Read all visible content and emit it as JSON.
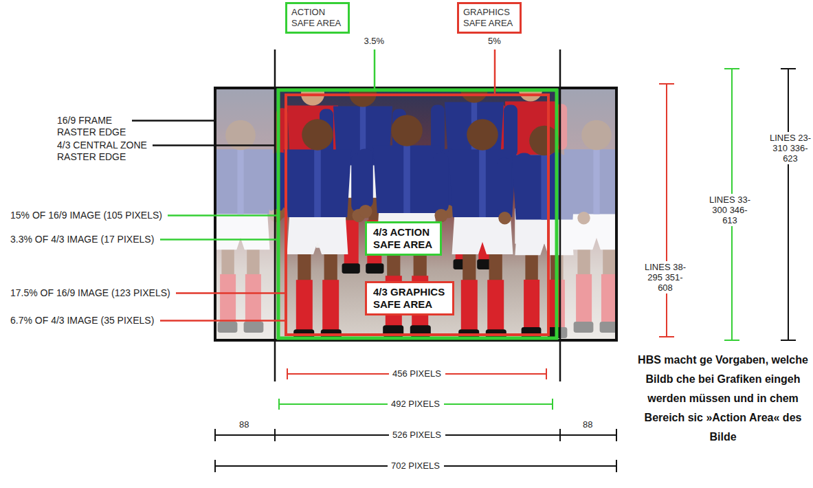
{
  "diagram": {
    "caption": "HBS macht ge Vorgaben, welche Bildb che bei Grafiken eingeh werden müssen und in chem Bereich sic »Action Area« des Bilde",
    "nodes": [
      {
        "text": [
          "ACTION SAFE AREA"
        ]
      },
      {
        "text": [
          "GRAPHICS SAFE AREA"
        ]
      },
      {
        "text": [
          "4/3 ACTION SAFE AREA"
        ]
      },
      {
        "text": [
          "4/3 GRAPHICS SAFE AREA"
        ]
      }
    ],
    "labels": [
      "3.5%",
      "5%",
      "16/9 FRAME RASTER EDGE",
      "4/3 CENTRAL ZONE RASTER EDGE",
      "15% OF 16/9 IMAGE (105 PIXELS)",
      "3.3% OF 4/3 IMAGE (17 PIXELS)",
      "17.5% OF 16/9 IMAGE (123 PIXELS)",
      "6.7% OF 4/3 IMAGE (35 PIXELS)",
      "LINES 38-295 351-608",
      "LINES 33-300 346-613",
      "LINES 23-310 336-623",
      "456 PIXELS",
      "492 PIXELS",
      "88",
      "526 PIXELS",
      "88",
      "702 PIXELS"
    ]
  }
}
